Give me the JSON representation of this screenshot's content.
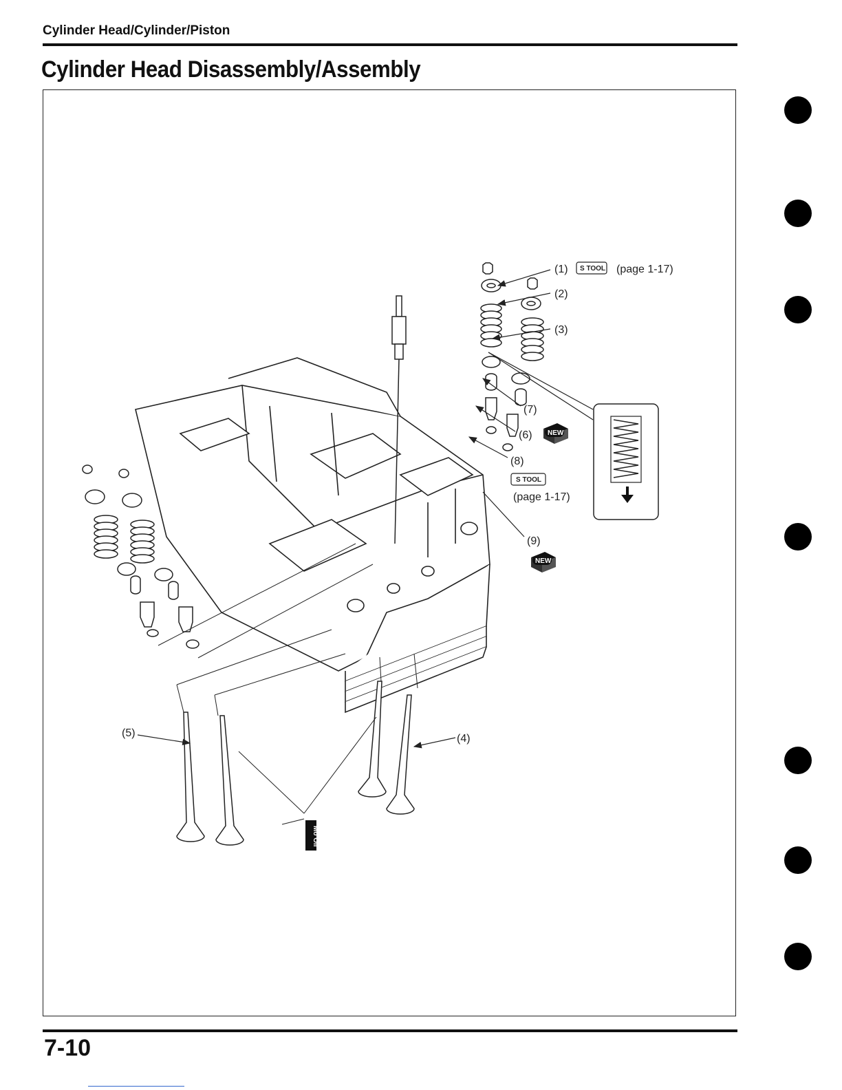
{
  "header": {
    "section": "Cylinder Head/Cylinder/Piston",
    "title": "Cylinder Head Disassembly/Assembly"
  },
  "diagram": {
    "callouts": {
      "c1": "(1)",
      "c1_ref": "(page 1-17)",
      "c2": "(2)",
      "c3": "(3)",
      "c4": "(4)",
      "c5": "(5)",
      "c6": "(6)",
      "c7": "(7)",
      "c8": "(8)",
      "c8_ref": "(page 1-17)",
      "c9": "(9)"
    },
    "badges": {
      "tool_label": "S TOOL",
      "new_label": "NEW",
      "oil_label": "Mo Oil"
    }
  },
  "footer": {
    "page_number": "7-10"
  }
}
